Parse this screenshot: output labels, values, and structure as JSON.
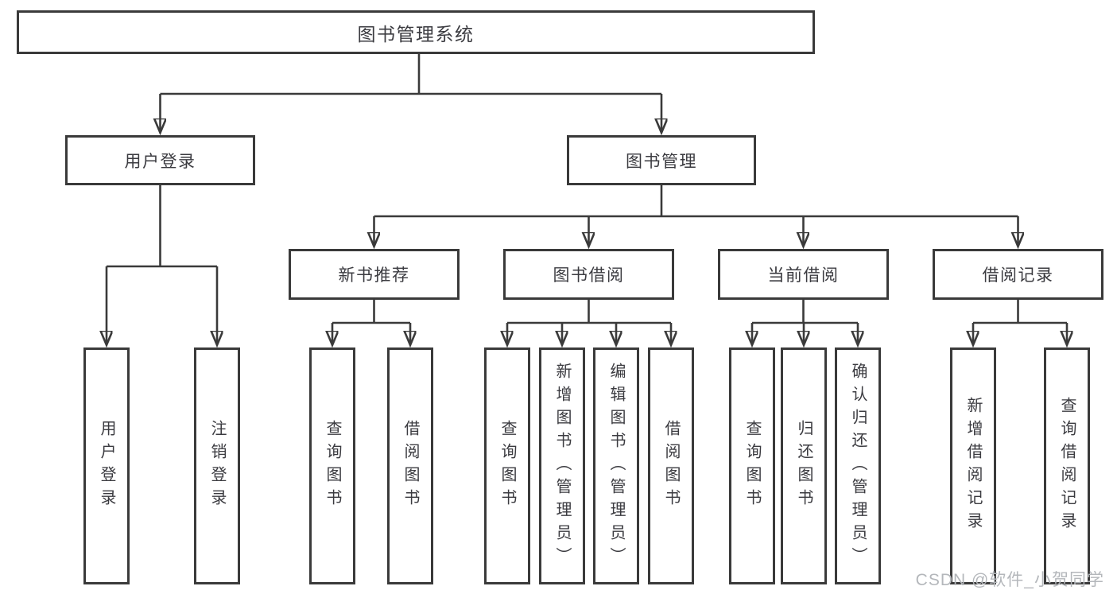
{
  "diagram": {
    "root": {
      "label": "图书管理系统"
    },
    "level1": {
      "user_login": {
        "label": "用户登录"
      },
      "book_mgmt": {
        "label": "图书管理"
      }
    },
    "level2": {
      "new_book_rec": {
        "label": "新书推荐"
      },
      "book_borrow": {
        "label": "图书借阅"
      },
      "current_borrow": {
        "label": "当前借阅"
      },
      "borrow_records": {
        "label": "借阅记录"
      }
    },
    "level3": {
      "user_login_children": [
        {
          "label": "用户登录"
        },
        {
          "label": "注销登录"
        }
      ],
      "new_book_rec_children": [
        {
          "label": "查询图书"
        },
        {
          "label": "借阅图书"
        }
      ],
      "book_borrow_children": [
        {
          "label": "查询图书"
        },
        {
          "label": "新增图书（管理员）"
        },
        {
          "label": "编辑图书（管理员）"
        },
        {
          "label": "借阅图书"
        }
      ],
      "current_borrow_children": [
        {
          "label": "查询图书"
        },
        {
          "label": "归还图书"
        },
        {
          "label": "确认归还（管理员）"
        }
      ],
      "borrow_records_children": [
        {
          "label": "新增借阅记录"
        },
        {
          "label": "查询借阅记录"
        }
      ]
    }
  },
  "watermark": {
    "text": "CSDN @软件_小贺同学"
  },
  "colors": {
    "line": "#3a3a3a",
    "box_border": "#3a3a3a",
    "text": "#3b3b40",
    "watermark": "#b4b7bb",
    "background": "#ffffff"
  }
}
